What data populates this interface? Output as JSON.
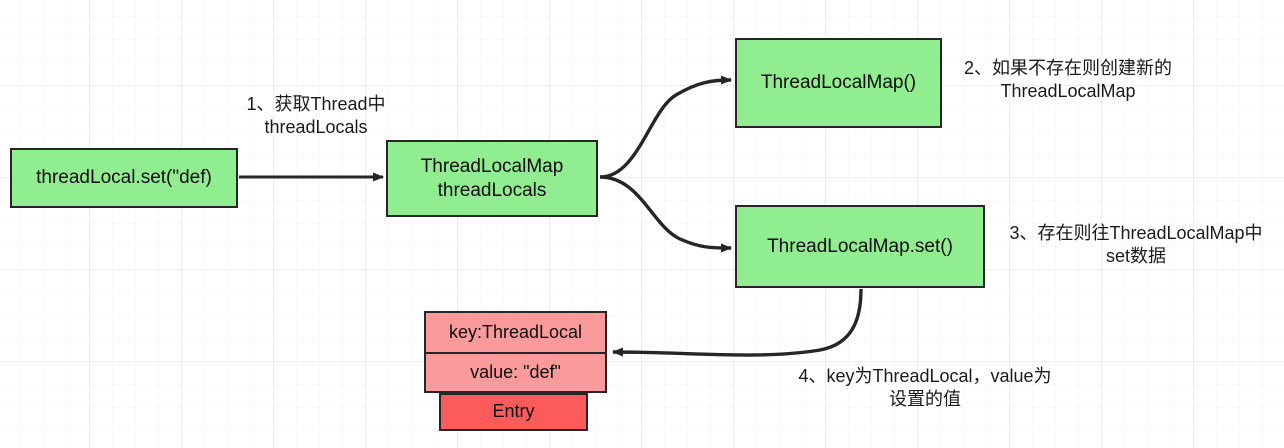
{
  "diagram": {
    "title": "ThreadLocal set flow",
    "colors": {
      "node_green": "#90ee90",
      "node_pink": "#fa9a9a",
      "node_red": "#fd5b5b",
      "stroke": "#262626",
      "grid": "#f0f0f0",
      "background": "#ffffff"
    },
    "nodes": {
      "threadlocal_set": "threadLocal.set(\"def)",
      "threadlocals": "ThreadLocalMap\nthreadLocals",
      "threadlocalmap_new": "ThreadLocalMap()",
      "threadlocalmap_set": "ThreadLocalMap.set()",
      "entry_key": "key:ThreadLocal",
      "entry_value": "value: \"def\"",
      "entry_name": "Entry"
    },
    "labels": {
      "step1": "1、获取Thread中\nthreadLocals",
      "step2": "2、如果不存在则创建新的\nThreadLocalMap",
      "step3": "3、存在则往ThreadLocalMap中\nset数据",
      "step4": "4、key为ThreadLocal，value为\n设置的值"
    },
    "edges": [
      {
        "name": "set-to-threadlocals",
        "from": "threadlocal_set",
        "to": "threadlocals",
        "style": "straight-arrow"
      },
      {
        "name": "threadlocals-to-new-map",
        "from": "threadlocals",
        "to": "threadlocalmap_new",
        "style": "curved-arrow"
      },
      {
        "name": "threadlocals-to-map-set",
        "from": "threadlocals",
        "to": "threadlocalmap_set",
        "style": "curved-arrow"
      },
      {
        "name": "map-set-to-entry",
        "from": "threadlocalmap_set",
        "to": "entry_key",
        "style": "curved-arrow"
      }
    ]
  }
}
